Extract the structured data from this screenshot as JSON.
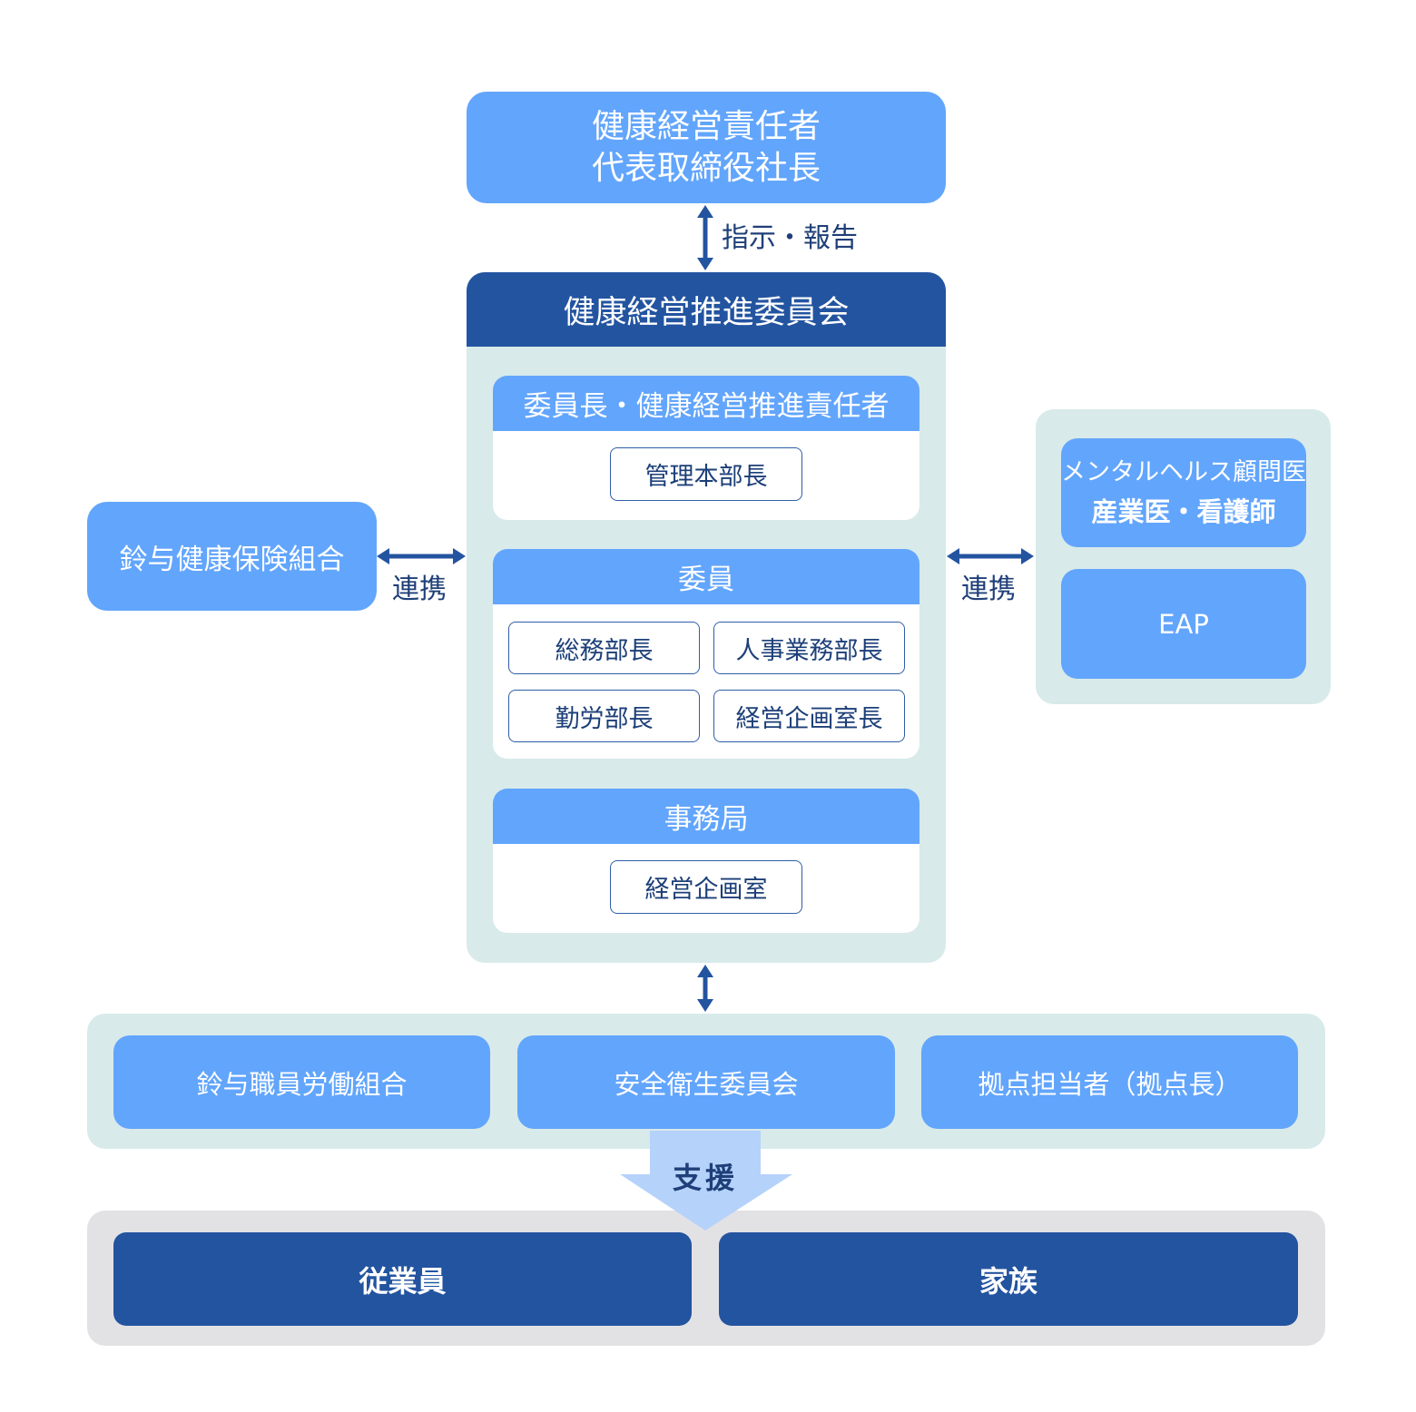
{
  "top_box": {
    "line1": "健康経営責任者",
    "line2": "代表取締役社長"
  },
  "top_link_label": "指示・報告",
  "committee": {
    "title": "健康経営推進委員会",
    "chair": {
      "heading": "委員長・健康経営推進責任者",
      "members": [
        "管理本部長"
      ]
    },
    "members": {
      "heading": "委員",
      "members": [
        "総務部長",
        "人事業務部長",
        "勤労部長",
        "経営企画室長"
      ]
    },
    "secretariat": {
      "heading": "事務局",
      "members": [
        "経営企画室"
      ]
    }
  },
  "left_partner": {
    "label": "鈴与健康保険組合",
    "link_label": "連携"
  },
  "right_partner": {
    "advisor_line1": "メンタルヘルス顧問医",
    "advisor_line2": "産業医・看護師",
    "eap_label": "EAP",
    "link_label": "連携"
  },
  "support_units": [
    "鈴与職員労働組合",
    "安全衛生委員会",
    "拠点担当者（拠点長）"
  ],
  "support_label": "支援",
  "targets": [
    "従業員",
    "家族"
  ],
  "colors": {
    "light_blue": "#62a5fc",
    "navy": "#2354a0",
    "pale_teal": "#d8eaea",
    "grey_panel": "#e2e2e4",
    "arrow": "#2354a0",
    "support_arrow": "#b5d2fb"
  }
}
